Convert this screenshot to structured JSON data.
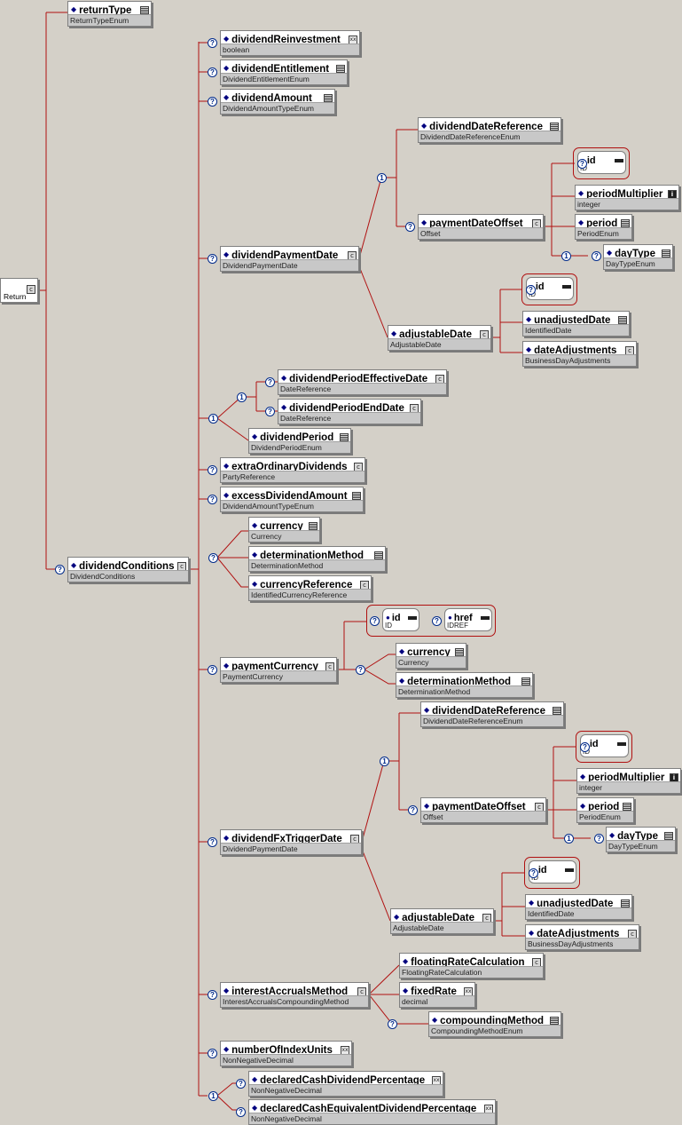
{
  "root": {
    "type": "Return"
  },
  "nodes": {
    "returnType": {
      "name": "returnType",
      "type": "ReturnTypeEnum"
    },
    "dividendConditions": {
      "name": "dividendConditions",
      "type": "DividendConditions"
    },
    "dividendReinvestment": {
      "name": "dividendReinvestment",
      "type": "boolean"
    },
    "dividendEntitlement": {
      "name": "dividendEntitlement",
      "type": "DividendEntitlementEnum"
    },
    "dividendAmount": {
      "name": "dividendAmount",
      "type": "DividendAmountTypeEnum"
    },
    "dividendPaymentDate": {
      "name": "dividendPaymentDate",
      "type": "DividendPaymentDate"
    },
    "dpd_dividendDateReference": {
      "name": "dividendDateReference",
      "type": "DividendDateReferenceEnum"
    },
    "dpd_paymentDateOffset": {
      "name": "paymentDateOffset",
      "type": "Offset"
    },
    "dpd_periodMultiplier": {
      "name": "periodMultiplier",
      "type": "integer"
    },
    "dpd_period": {
      "name": "period",
      "type": "PeriodEnum"
    },
    "dpd_dayType": {
      "name": "dayType",
      "type": "DayTypeEnum"
    },
    "dpd_adjustableDate": {
      "name": "adjustableDate",
      "type": "AdjustableDate"
    },
    "dpd_unadjustedDate": {
      "name": "unadjustedDate",
      "type": "IdentifiedDate"
    },
    "dpd_dateAdjustments": {
      "name": "dateAdjustments",
      "type": "BusinessDayAdjustments"
    },
    "dividendPeriodEffectiveDate": {
      "name": "dividendPeriodEffectiveDate",
      "type": "DateReference"
    },
    "dividendPeriodEndDate": {
      "name": "dividendPeriodEndDate",
      "type": "DateReference"
    },
    "dividendPeriod": {
      "name": "dividendPeriod",
      "type": "DividendPeriodEnum"
    },
    "extraOrdinaryDividends": {
      "name": "extraOrdinaryDividends",
      "type": "PartyReference"
    },
    "excessDividendAmount": {
      "name": "excessDividendAmount",
      "type": "DividendAmountTypeEnum"
    },
    "currency": {
      "name": "currency",
      "type": "Currency"
    },
    "determinationMethod": {
      "name": "determinationMethod",
      "type": "DeterminationMethod"
    },
    "currencyReference": {
      "name": "currencyReference",
      "type": "IdentifiedCurrencyReference"
    },
    "paymentCurrency": {
      "name": "paymentCurrency",
      "type": "PaymentCurrency"
    },
    "pc_currency": {
      "name": "currency",
      "type": "Currency"
    },
    "pc_determinationMethod": {
      "name": "determinationMethod",
      "type": "DeterminationMethod"
    },
    "dividendFxTriggerDate": {
      "name": "dividendFxTriggerDate",
      "type": "DividendPaymentDate"
    },
    "fx_dividendDateReference": {
      "name": "dividendDateReference",
      "type": "DividendDateReferenceEnum"
    },
    "fx_paymentDateOffset": {
      "name": "paymentDateOffset",
      "type": "Offset"
    },
    "fx_periodMultiplier": {
      "name": "periodMultiplier",
      "type": "integer"
    },
    "fx_period": {
      "name": "period",
      "type": "PeriodEnum"
    },
    "fx_dayType": {
      "name": "dayType",
      "type": "DayTypeEnum"
    },
    "fx_adjustableDate": {
      "name": "adjustableDate",
      "type": "AdjustableDate"
    },
    "fx_unadjustedDate": {
      "name": "unadjustedDate",
      "type": "IdentifiedDate"
    },
    "fx_dateAdjustments": {
      "name": "dateAdjustments",
      "type": "BusinessDayAdjustments"
    },
    "interestAccrualsMethod": {
      "name": "interestAccrualsMethod",
      "type": "InterestAccrualsCompoundingMethod"
    },
    "floatingRateCalculation": {
      "name": "floatingRateCalculation",
      "type": "FloatingRateCalculation"
    },
    "fixedRate": {
      "name": "fixedRate",
      "type": "decimal"
    },
    "compoundingMethod": {
      "name": "compoundingMethod",
      "type": "CompoundingMethodEnum"
    },
    "numberOfIndexUnits": {
      "name": "numberOfIndexUnits",
      "type": "NonNegativeDecimal"
    },
    "declaredCashDividendPercentage": {
      "name": "declaredCashDividendPercentage",
      "type": "NonNegativeDecimal"
    },
    "declaredCashEquivalentDividendPercentage": {
      "name": "declaredCashEquivalentDividendPercentage",
      "type": "NonNegativeDecimal"
    }
  },
  "attributes": {
    "id": {
      "name": "id",
      "type": "ID"
    },
    "href": {
      "name": "href",
      "type": "IDREF"
    }
  },
  "symbols": {
    "optional": "?",
    "choice": "1"
  },
  "colors": {
    "connector": "#b01010",
    "background": "#d4d0c8",
    "type_band": "#c8c8c8"
  }
}
